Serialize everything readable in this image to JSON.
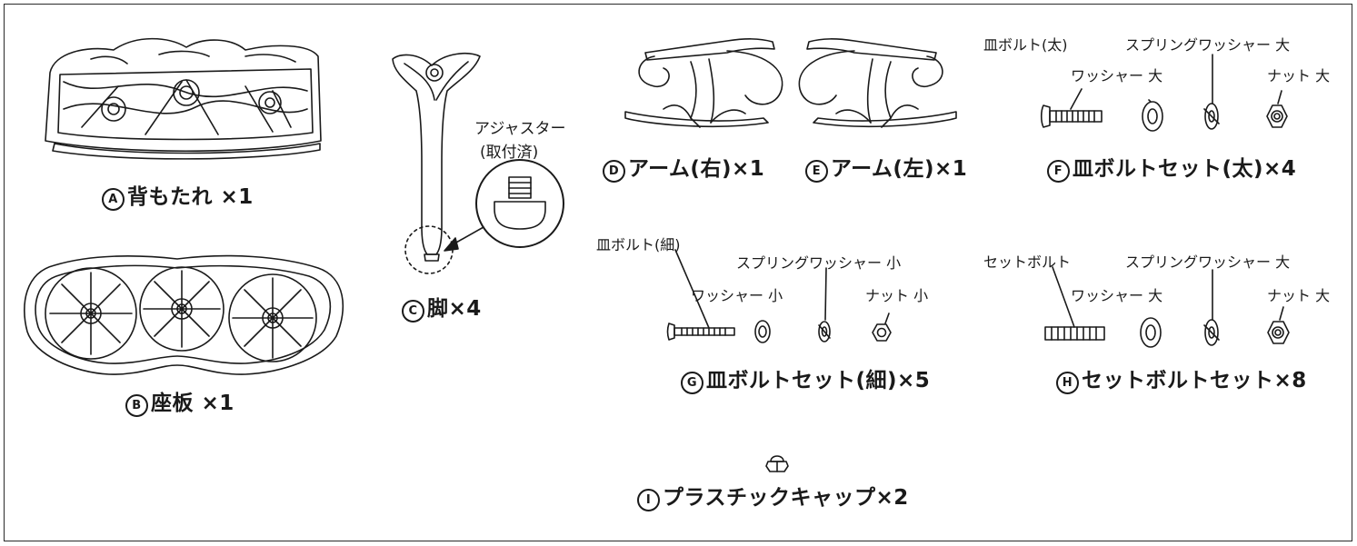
{
  "parts": [
    {
      "id": "A",
      "letter": "A",
      "name": "背もたれ ×1"
    },
    {
      "id": "B",
      "letter": "B",
      "name": "座板 ×1"
    },
    {
      "id": "C",
      "letter": "C",
      "name": "脚×4"
    },
    {
      "id": "D",
      "letter": "D",
      "name": "アーム(右)×1"
    },
    {
      "id": "E",
      "letter": "E",
      "name": "アーム(左)×1"
    },
    {
      "id": "F",
      "letter": "F",
      "name": "皿ボルトセット(太)×4"
    },
    {
      "id": "G",
      "letter": "G",
      "name": "皿ボルトセット(細)×5"
    },
    {
      "id": "H",
      "letter": "H",
      "name": "セットボルトセット×8"
    },
    {
      "id": "I",
      "letter": "I",
      "name": "プラスチックキャップ×2"
    }
  ],
  "leg_callout": {
    "line1": "アジャスター",
    "line2": "(取付済)"
  },
  "set_F": {
    "bolt": "皿ボルト(太)",
    "washer": "ワッシャー 大",
    "spring_washer": "スプリングワッシャー 大",
    "nut": "ナット 大"
  },
  "set_G": {
    "bolt": "皿ボルト(細)",
    "washer": "ワッシャー 小",
    "spring_washer": "スプリングワッシャー 小",
    "nut": "ナット 小"
  },
  "set_H": {
    "bolt": "セットボルト",
    "washer": "ワッシャー 大",
    "spring_washer": "スプリングワッシャー 大",
    "nut": "ナット 大"
  }
}
